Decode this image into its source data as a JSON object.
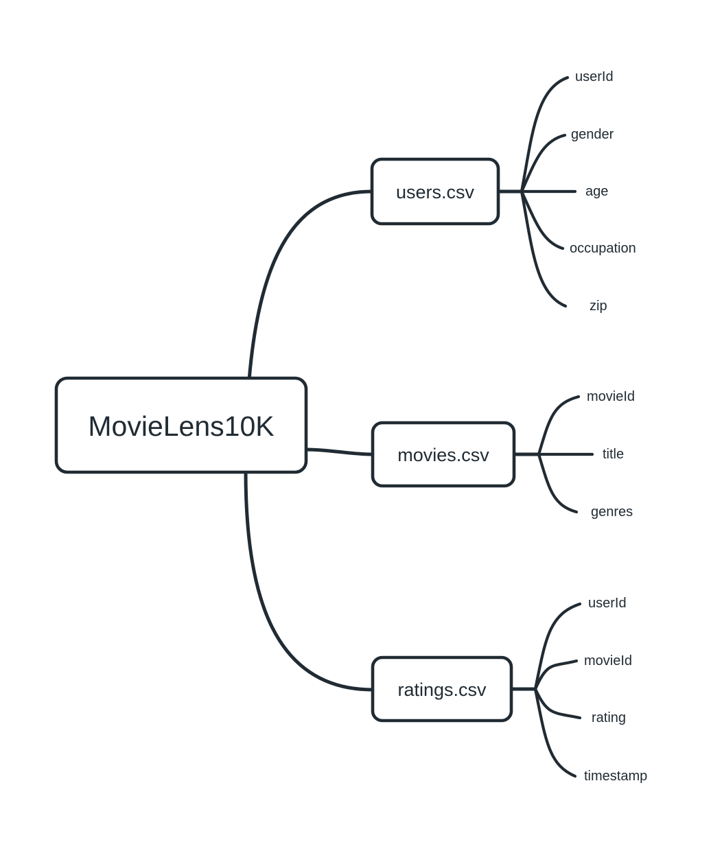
{
  "diagram": {
    "type": "mindmap",
    "title": "MovieLens10K dataset schema mindmap",
    "background_color": "#ffffff",
    "stroke_color": "#212b33",
    "node_fill_color": "#ffffff",
    "root": {
      "label": "MovieLens10K"
    },
    "branches": [
      {
        "id": "users",
        "label": "users.csv",
        "leaves": [
          {
            "label": "userId"
          },
          {
            "label": "gender"
          },
          {
            "label": "age"
          },
          {
            "label": "occupation"
          },
          {
            "label": "zip"
          }
        ]
      },
      {
        "id": "movies",
        "label": "movies.csv",
        "leaves": [
          {
            "label": "movieId"
          },
          {
            "label": "title"
          },
          {
            "label": "genres"
          }
        ]
      },
      {
        "id": "ratings",
        "label": "ratings.csv",
        "leaves": [
          {
            "label": "userId"
          },
          {
            "label": "movieId"
          },
          {
            "label": "rating"
          },
          {
            "label": "timestamp"
          }
        ]
      }
    ]
  }
}
